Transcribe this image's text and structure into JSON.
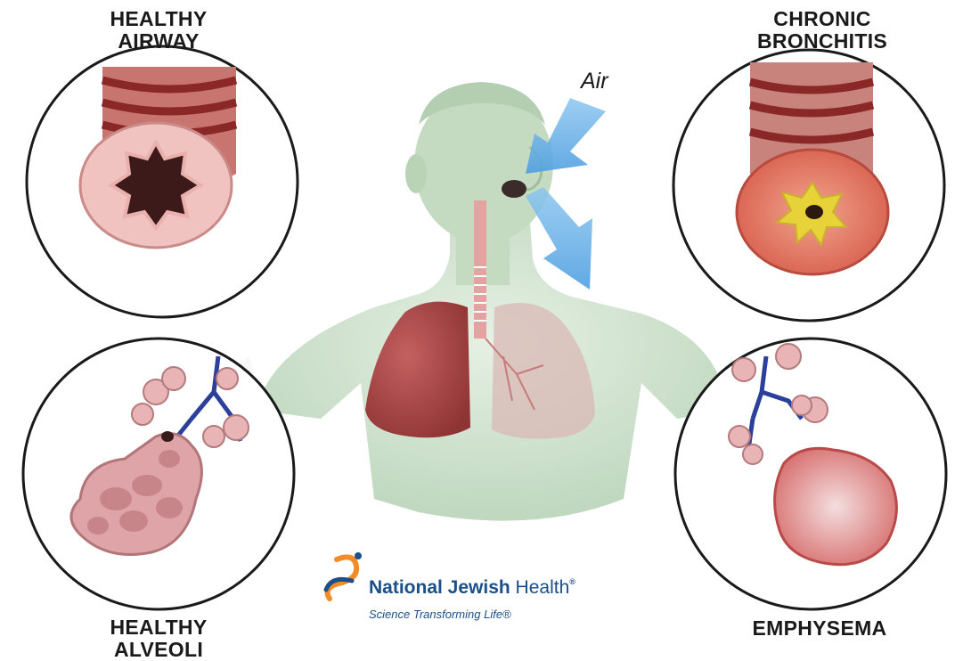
{
  "panels": {
    "top_left": "HEALTHY\nAIRWAY",
    "top_right": "CHRONIC\nBRONCHITIS",
    "bottom_left": "HEALTHY\nALVEOLI",
    "bottom_right": "EMPHYSEMA"
  },
  "air_label": "Air",
  "logo": {
    "name_bold": "National Jewish",
    "name_light": " Health",
    "registered": "®",
    "tagline": "Science Transforming Life®"
  },
  "colors": {
    "airway_pink": "#e8a7a5",
    "airway_ring": "#9b2f2f",
    "lung_red": "#b04a4a",
    "body_green": "#cfe3cf",
    "air_blue": "#5aa9e6",
    "logo_blue": "#1b4f8a",
    "logo_orange": "#f28c28",
    "mucus_yellow": "#e8d23a"
  }
}
